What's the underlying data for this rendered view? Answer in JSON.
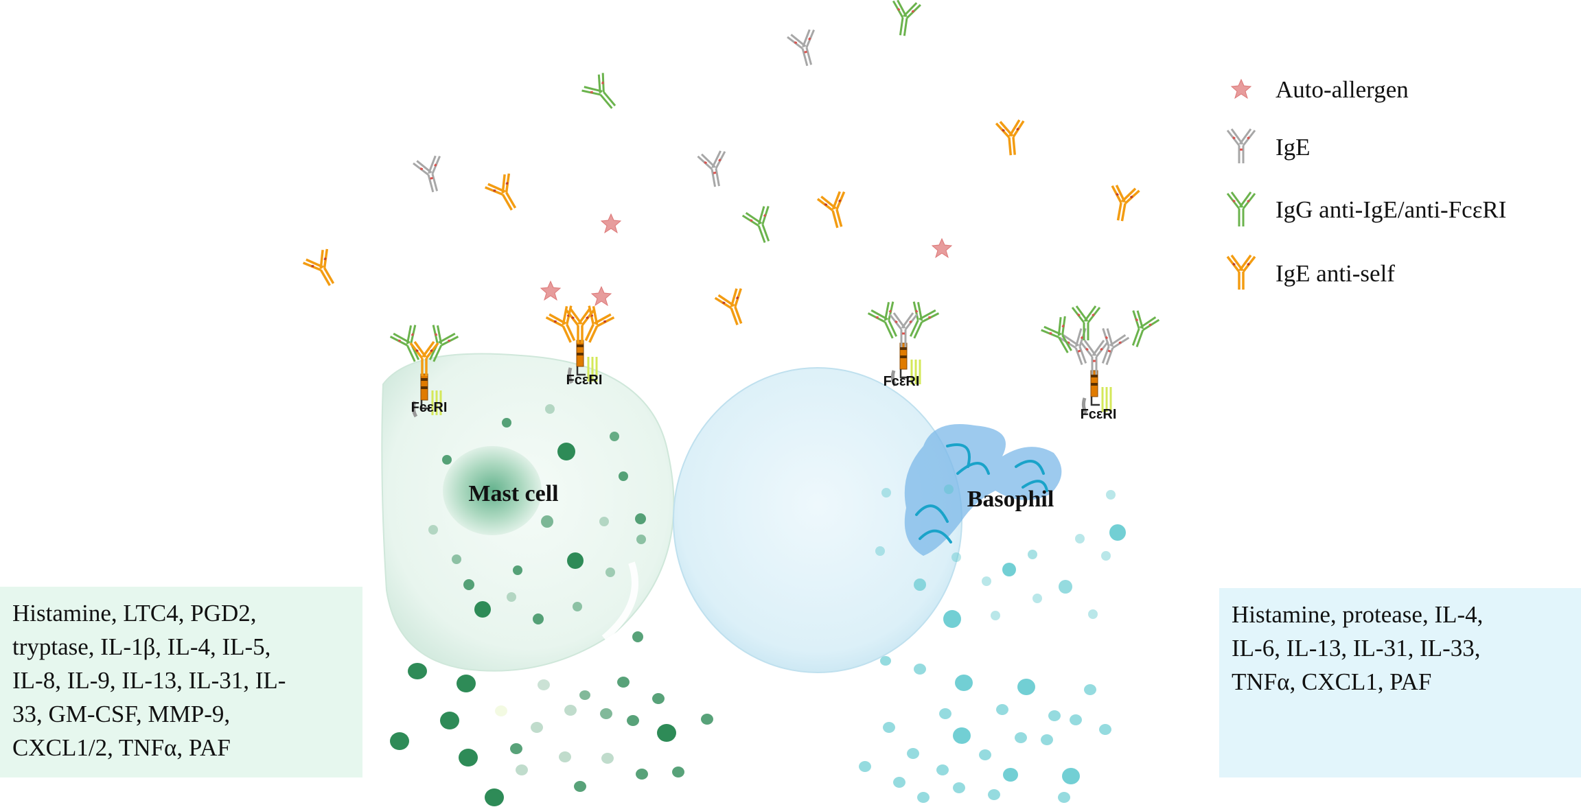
{
  "legend": {
    "items": [
      {
        "icon": "star-icon",
        "label": "Auto-allergen"
      },
      {
        "icon": "ige-antibody-icon",
        "label": "IgE"
      },
      {
        "icon": "igg-antibody-icon",
        "label": "IgG anti-IgE/anti-FcεRI"
      },
      {
        "icon": "ige-anti-self-antibody-icon",
        "label": "IgE anti-self"
      }
    ]
  },
  "cells": {
    "mast": {
      "label": "Mast cell",
      "color": "#2e8b57"
    },
    "basophil": {
      "label": "Basophil",
      "color": "#4fc3c9"
    }
  },
  "receptor_label": "FcεRI",
  "mediators": {
    "mast": {
      "lines": [
        "Histamine, LTC4, PGD2,",
        "tryptase, IL-1β, IL-4, IL-5,",
        "IL-8, IL-9, IL-13, IL-31, IL-",
        "33, GM-CSF, MMP-9,",
        "CXCL1/2, TNFα, PAF"
      ],
      "background": "#e6f7ee"
    },
    "basophil": {
      "lines": [
        "Histamine, protease, IL-4,",
        "IL-6, IL-13, IL-31, IL-33,",
        "TNFα, CXCL1, PAF"
      ],
      "background": "#e2f5fb"
    }
  },
  "colors": {
    "ige": "#9e9e9e",
    "igg": "#5aa845",
    "ige_anti_self": "#f39c12",
    "allergen": "#e88a8a"
  }
}
